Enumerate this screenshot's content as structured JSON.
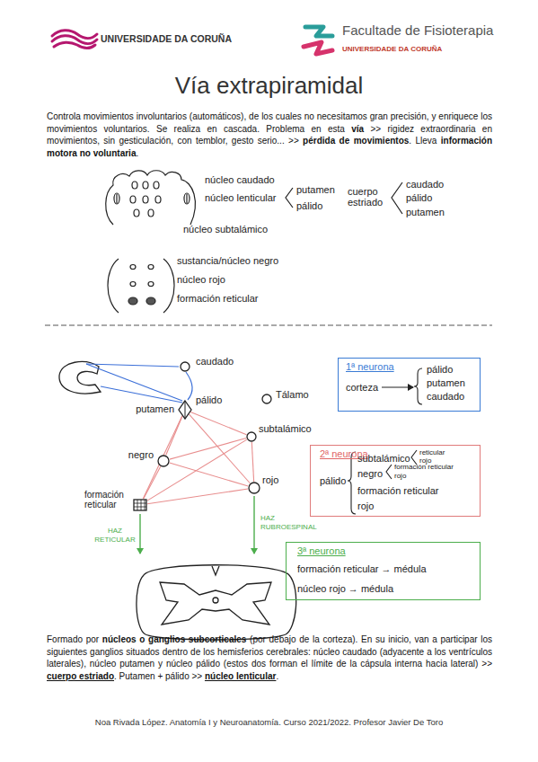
{
  "diagram": {
    "title": "Vía extrapiramidal",
    "nodes": [
      {
        "text": [
          "caudado"
        ]
      },
      {
        "text": [
          "Tálamo"
        ]
      },
      {
        "text": [
          "putamen",
          "pálido"
        ]
      },
      {
        "text": [
          "subtalámico"
        ]
      },
      {
        "text": [
          "negro"
        ]
      },
      {
        "text": [
          "rojo"
        ]
      },
      {
        "text": [
          "formación reticular"
        ]
      },
      {
        "text": [
          "1ª neurona",
          "corteza",
          "pálido",
          "putamen",
          "caudado"
        ]
      },
      {
        "text": [
          "2ª neurona",
          "pálido",
          "subtalámico",
          "reticular",
          "rojo",
          "negro",
          "formación reticular",
          "rojo",
          "formación reticular",
          "rojo"
        ]
      },
      {
        "text": [
          "3ª neurona",
          "formación reticular → médula",
          "núcleo rojo → médula"
        ]
      }
    ],
    "edges": [
      {
        "from": 2,
        "to": 3,
        "arrow": "none"
      },
      {
        "from": 2,
        "to": 4,
        "arrow": "none"
      },
      {
        "from": 2,
        "to": 6,
        "arrow": "none"
      },
      {
        "from": 2,
        "to": 5,
        "arrow": "none"
      },
      {
        "from": 3,
        "to": 4,
        "arrow": "none"
      },
      {
        "from": 3,
        "to": 6,
        "arrow": "none"
      },
      {
        "from": 3,
        "to": 5,
        "arrow": "none"
      },
      {
        "from": 4,
        "to": 5,
        "arrow": "none"
      },
      {
        "from": 4,
        "to": 6,
        "arrow": "none"
      },
      {
        "from": 6,
        "to": 5,
        "arrow": "none"
      }
    ],
    "labels": [
      "UNIVERSIDADE DA CORUÑA",
      "Facultade de Fisioterapia",
      "UNIVERSIDADE DA CORUÑA",
      "Controla movimientos involuntarios (automáticos), de los cuales no necesitamos gran precisión, y enriquece los movimientos voluntarios. Se realiza en cascada. Problema en esta",
      "vía",
      ">> rigidez extraordinaria en movimientos, sin gesticulación, con temblor, gesto serio... >>",
      "pérdida de movimientos",
      ". Lleva",
      "información motora no voluntaria",
      ".",
      "núcleo caudado",
      "núcleo lenticular",
      "putamen",
      "pálido",
      "núcleo subtalámico",
      "cuerpo estriado",
      "caudado",
      "pálido",
      "putamen",
      "sustancia/núcleo negro",
      "núcleo rojo",
      "formación reticular",
      "HAZ RETICULAR",
      "HAZ RUBROESPINAL",
      "Formado por",
      "núcleos o ganglios subcorticales",
      "(por debajo de la corteza). En su inicio, van a participar los siguientes ganglios situados dentro de los hemisferios cerebrales: núcleo caudado (adyacente a los ventrículos laterales), núcleo putamen y núcleo pálido (estos dos forman el límite de la cápsula interna hacia lateral) >>",
      "cuerpo estriado",
      ". Putamen + pálido >>",
      "núcleo lenticular",
      ".",
      "Noa Rivada López. Anatomía I y Neuroanatomía. Curso 2021/2022. Profesor Javier De Toro"
    ]
  }
}
